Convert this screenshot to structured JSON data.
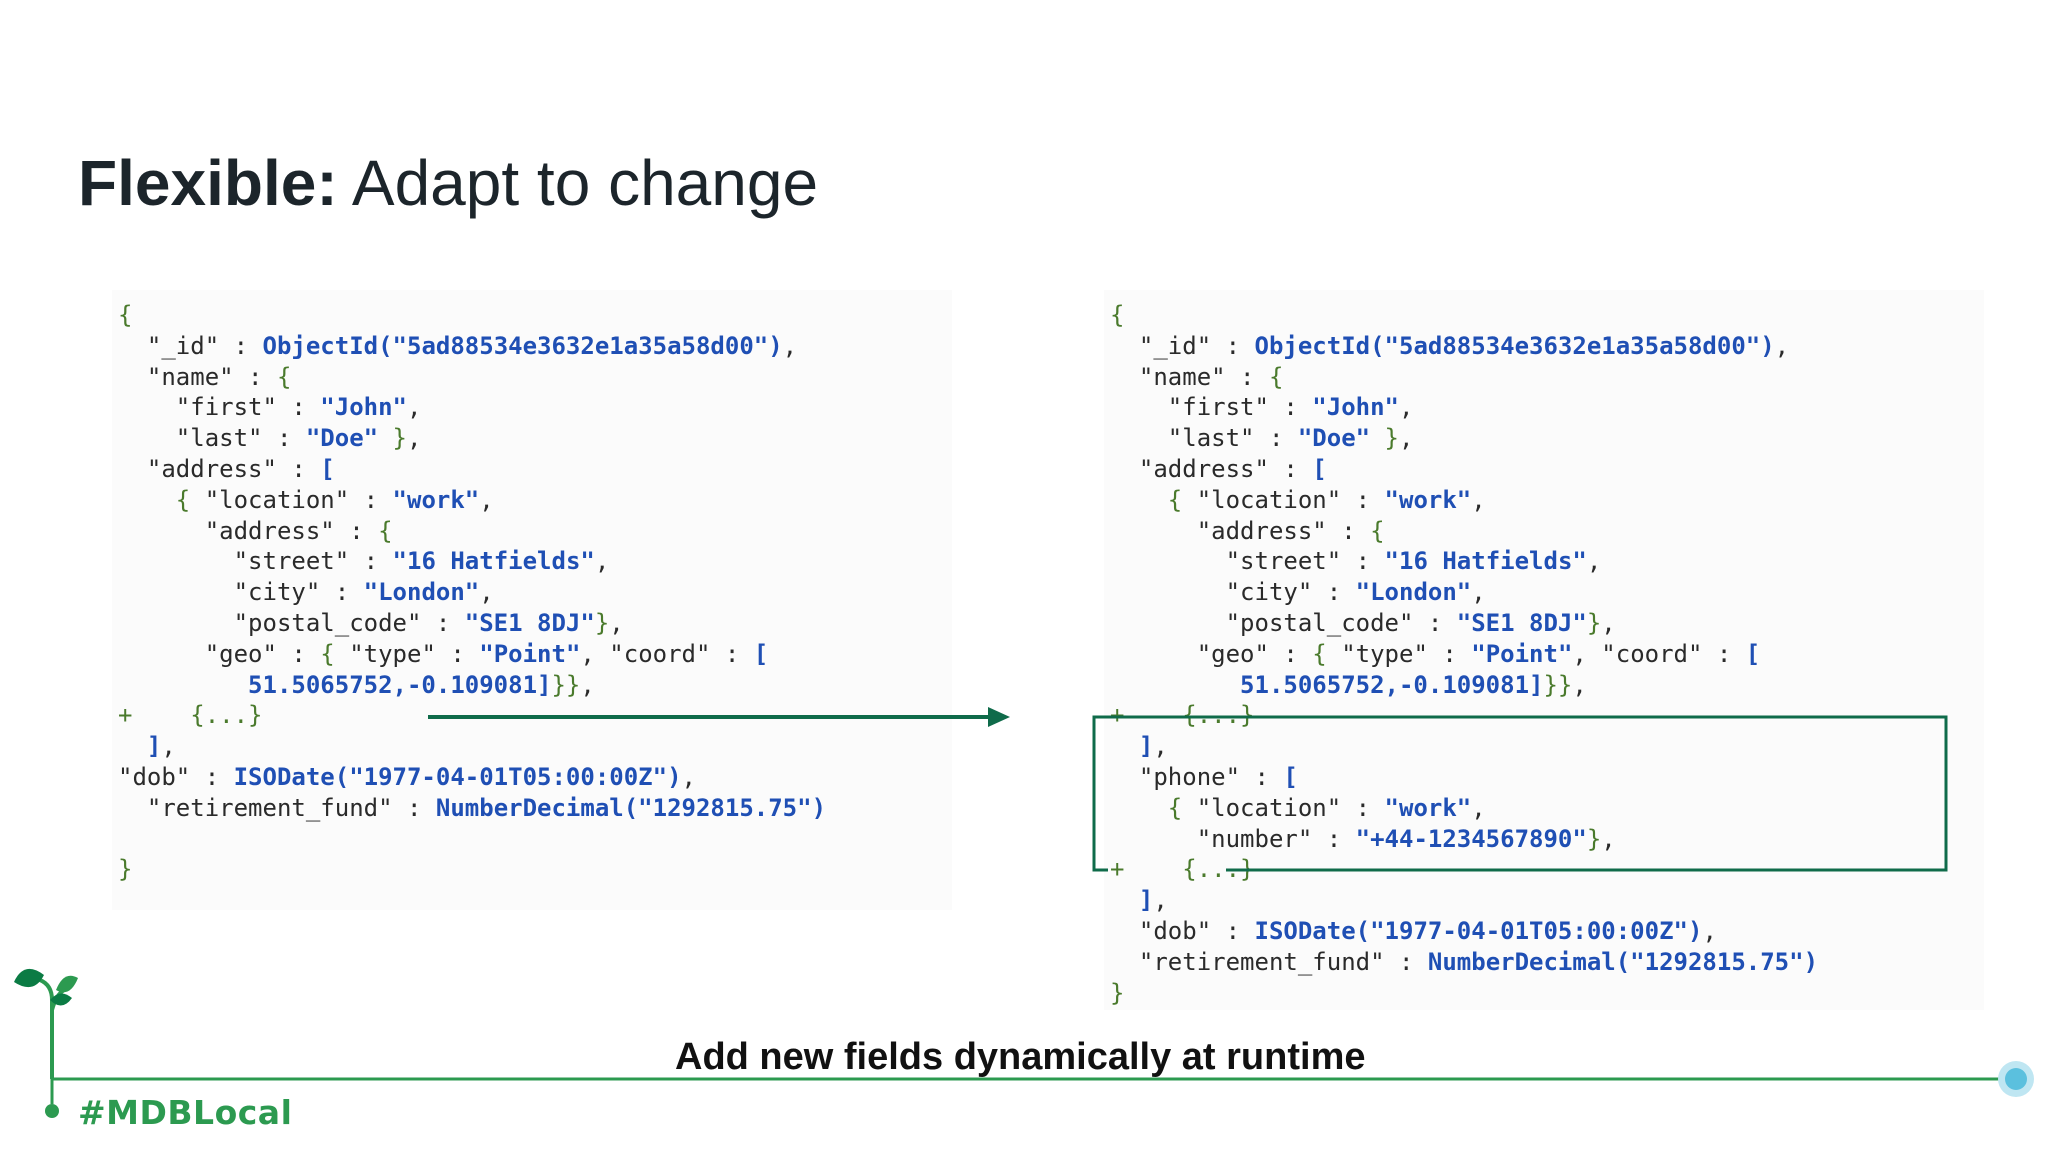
{
  "slide": {
    "title_bold": "Flexible:",
    "title_rest": " Adapt to change",
    "caption": "Add new fields dynamically at runtime",
    "brand": "#MDBLocal"
  },
  "colors": {
    "title": "#1c252b",
    "brace_green": "#4a7a2c",
    "value_blue": "#1f4fb4",
    "arrow_green": "#0f6b4a",
    "footer_green": "#2c9a50",
    "dot_blue": "#5bc0de"
  },
  "icons": {
    "arrow": "right-arrow-icon",
    "leaf": "sprout-icon",
    "end_dot": "timeline-dot-icon"
  },
  "code_left": [
    [
      [
        "b",
        "{"
      ]
    ],
    [
      [
        "p",
        "  \"_id\" : "
      ],
      [
        "v",
        "ObjectId(\"5ad88534e3632e1a35a58d00\")"
      ],
      [
        "p",
        ","
      ]
    ],
    [
      [
        "p",
        "  \"name\" : "
      ],
      [
        "b",
        "{"
      ]
    ],
    [
      [
        "p",
        "    \"first\" : "
      ],
      [
        "v",
        "\"John\""
      ],
      [
        "p",
        ","
      ]
    ],
    [
      [
        "p",
        "    \"last\" : "
      ],
      [
        "v",
        "\"Doe\""
      ],
      [
        "b",
        " }"
      ],
      [
        "p",
        ","
      ]
    ],
    [
      [
        "p",
        "  \"address\" : "
      ],
      [
        "v",
        "["
      ]
    ],
    [
      [
        "b",
        "    { "
      ],
      [
        "p",
        "\"location\" : "
      ],
      [
        "v",
        "\"work\""
      ],
      [
        "p",
        ","
      ]
    ],
    [
      [
        "p",
        "      \"address\" : "
      ],
      [
        "b",
        "{"
      ]
    ],
    [
      [
        "p",
        "        \"street\" : "
      ],
      [
        "v",
        "\"16 Hatfields\""
      ],
      [
        "p",
        ","
      ]
    ],
    [
      [
        "p",
        "        \"city\" : "
      ],
      [
        "v",
        "\"London\""
      ],
      [
        "p",
        ","
      ]
    ],
    [
      [
        "p",
        "        \"postal_code\" : "
      ],
      [
        "v",
        "\"SE1 8DJ\""
      ],
      [
        "b",
        "}"
      ],
      [
        "p",
        ","
      ]
    ],
    [
      [
        "p",
        "      \"geo\" : "
      ],
      [
        "b",
        "{ "
      ],
      [
        "p",
        "\"type\" : "
      ],
      [
        "v",
        "\"Point\""
      ],
      [
        "p",
        ", \"coord\" : "
      ],
      [
        "v",
        "["
      ]
    ],
    [
      [
        "v",
        "         51.5065752,-0.109081]"
      ],
      [
        "b",
        "}}"
      ],
      [
        "p",
        ","
      ]
    ],
    [
      [
        "g",
        "+ "
      ],
      [
        "b",
        "   {...}"
      ]
    ],
    [
      [
        "v",
        "  ]"
      ],
      [
        "p",
        ","
      ]
    ],
    [
      [
        "p",
        "\"dob\" : "
      ],
      [
        "v",
        "ISODate(\"1977-04-01T05:00:00Z\")"
      ],
      [
        "p",
        ","
      ]
    ],
    [
      [
        "p",
        "  \"retirement_fund\" : "
      ],
      [
        "v",
        "NumberDecimal(\"1292815.75\")"
      ]
    ],
    [
      [
        "p",
        ""
      ]
    ],
    [
      [
        "b",
        "}"
      ]
    ]
  ],
  "code_right": [
    [
      [
        "b",
        "{"
      ]
    ],
    [
      [
        "p",
        "  \"_id\" : "
      ],
      [
        "v",
        "ObjectId(\"5ad88534e3632e1a35a58d00\")"
      ],
      [
        "p",
        ","
      ]
    ],
    [
      [
        "p",
        "  \"name\" : "
      ],
      [
        "b",
        "{"
      ]
    ],
    [
      [
        "p",
        "    \"first\" : "
      ],
      [
        "v",
        "\"John\""
      ],
      [
        "p",
        ","
      ]
    ],
    [
      [
        "p",
        "    \"last\" : "
      ],
      [
        "v",
        "\"Doe\""
      ],
      [
        "b",
        " }"
      ],
      [
        "p",
        ","
      ]
    ],
    [
      [
        "p",
        "  \"address\" : "
      ],
      [
        "v",
        "["
      ]
    ],
    [
      [
        "b",
        "    { "
      ],
      [
        "p",
        "\"location\" : "
      ],
      [
        "v",
        "\"work\""
      ],
      [
        "p",
        ","
      ]
    ],
    [
      [
        "p",
        "      \"address\" : "
      ],
      [
        "b",
        "{"
      ]
    ],
    [
      [
        "p",
        "        \"street\" : "
      ],
      [
        "v",
        "\"16 Hatfields\""
      ],
      [
        "p",
        ","
      ]
    ],
    [
      [
        "p",
        "        \"city\" : "
      ],
      [
        "v",
        "\"London\""
      ],
      [
        "p",
        ","
      ]
    ],
    [
      [
        "p",
        "        \"postal_code\" : "
      ],
      [
        "v",
        "\"SE1 8DJ\""
      ],
      [
        "b",
        "}"
      ],
      [
        "p",
        ","
      ]
    ],
    [
      [
        "p",
        "      \"geo\" : "
      ],
      [
        "b",
        "{ "
      ],
      [
        "p",
        "\"type\" : "
      ],
      [
        "v",
        "\"Point\""
      ],
      [
        "p",
        ", \"coord\" : "
      ],
      [
        "v",
        "["
      ]
    ],
    [
      [
        "v",
        "         51.5065752,-0.109081]"
      ],
      [
        "b",
        "}}"
      ],
      [
        "p",
        ","
      ]
    ],
    [
      [
        "g",
        "+ "
      ],
      [
        "b",
        "   {...}"
      ]
    ],
    [
      [
        "v",
        "  ]"
      ],
      [
        "p",
        ","
      ]
    ],
    [
      [
        "p",
        "  \"phone\" : "
      ],
      [
        "v",
        "["
      ]
    ],
    [
      [
        "b",
        "    { "
      ],
      [
        "p",
        "\"location\" : "
      ],
      [
        "v",
        "\"work\""
      ],
      [
        "p",
        ","
      ]
    ],
    [
      [
        "p",
        "      \"number\" : "
      ],
      [
        "v",
        "\"+44-1234567890\""
      ],
      [
        "b",
        "}"
      ],
      [
        "p",
        ","
      ]
    ],
    [
      [
        "g",
        "+ "
      ],
      [
        "b",
        "   {...}"
      ]
    ],
    [
      [
        "v",
        "  ]"
      ],
      [
        "p",
        ","
      ]
    ],
    [
      [
        "p",
        "  \"dob\" : "
      ],
      [
        "v",
        "ISODate(\"1977-04-01T05:00:00Z\")"
      ],
      [
        "p",
        ","
      ]
    ],
    [
      [
        "p",
        "  \"retirement_fund\" : "
      ],
      [
        "v",
        "NumberDecimal(\"1292815.75\")"
      ]
    ],
    [
      [
        "b",
        "}"
      ]
    ]
  ]
}
